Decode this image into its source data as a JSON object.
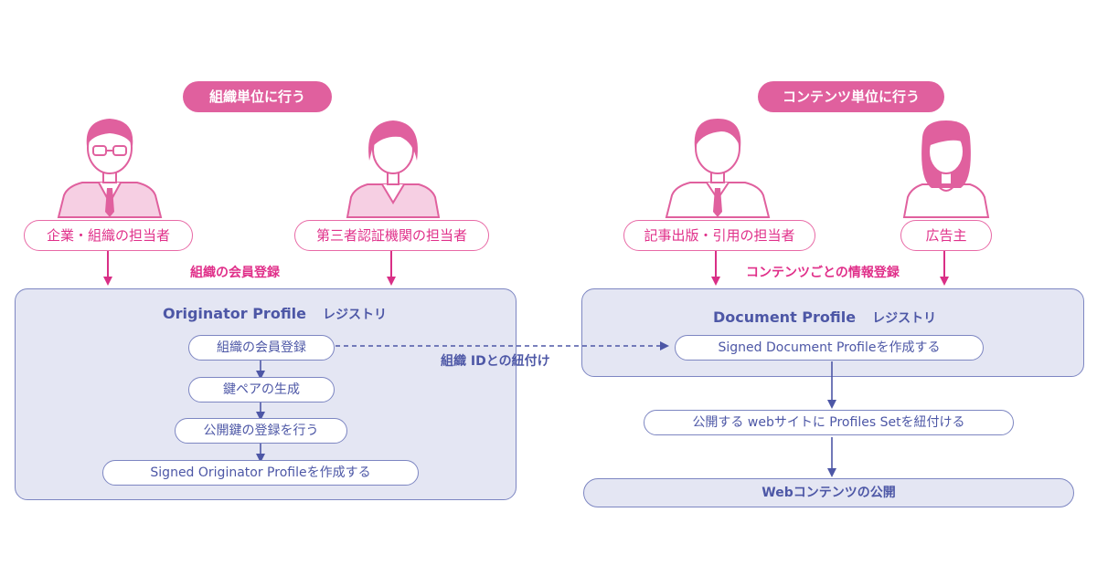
{
  "headers": {
    "org_unit": "組織単位に行う",
    "content_unit": "コンテンツ単位に行う"
  },
  "roles": {
    "org_staff": "企業・組織の担当者",
    "third_party": "第三者認証機関の担当者",
    "publisher": "記事出版・引用の担当者",
    "advertiser": "広告主"
  },
  "labels": {
    "org_membership": "組織の会員登録",
    "content_registration": "コンテンツごとの情報登録",
    "link_org_id": "組織 IDとの紐付け"
  },
  "originator_panel": {
    "title": "Originator Profile",
    "subtitle": "レジストリ",
    "steps": [
      "組織の会員登録",
      "鍵ペアの生成",
      "公開鍵の登録を行う",
      "Signed Originator Profileを作成する"
    ]
  },
  "document_panel": {
    "title": "Document Profile",
    "subtitle": "レジストリ",
    "steps": [
      "Signed Document Profileを作成する"
    ]
  },
  "flow": {
    "link_profiles": "公開する webサイトに Profiles Setを紐付ける",
    "publish": "Webコンテンツの公開"
  },
  "colors": {
    "pink": "#e0609e",
    "pink_text": "#e0308a",
    "navy": "#4d57a6",
    "panel_fill": "#e4e6f3"
  }
}
